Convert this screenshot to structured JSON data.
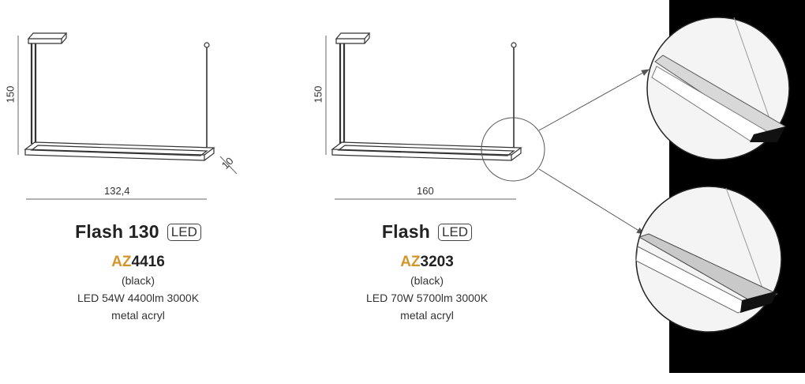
{
  "products": [
    {
      "name": "Flash 130",
      "tag": "LED",
      "code_prefix": "AZ",
      "code_number": "4416",
      "color": "(black)",
      "specs": "LED 54W 4400lm 3000K",
      "material": "metal acryl",
      "dims": {
        "height": "150",
        "width": "132,4",
        "depth": "10"
      }
    },
    {
      "name": "Flash",
      "tag": "LED",
      "code_prefix": "AZ",
      "code_number": "3203",
      "color": "(black)",
      "specs": "LED 70W 5700lm 3000K",
      "material": "metal acryl",
      "dims": {
        "height": "150",
        "width": "160"
      }
    }
  ],
  "colors": {
    "accent": "#d4962a",
    "text": "#222222",
    "photo_bg": "#000000"
  }
}
